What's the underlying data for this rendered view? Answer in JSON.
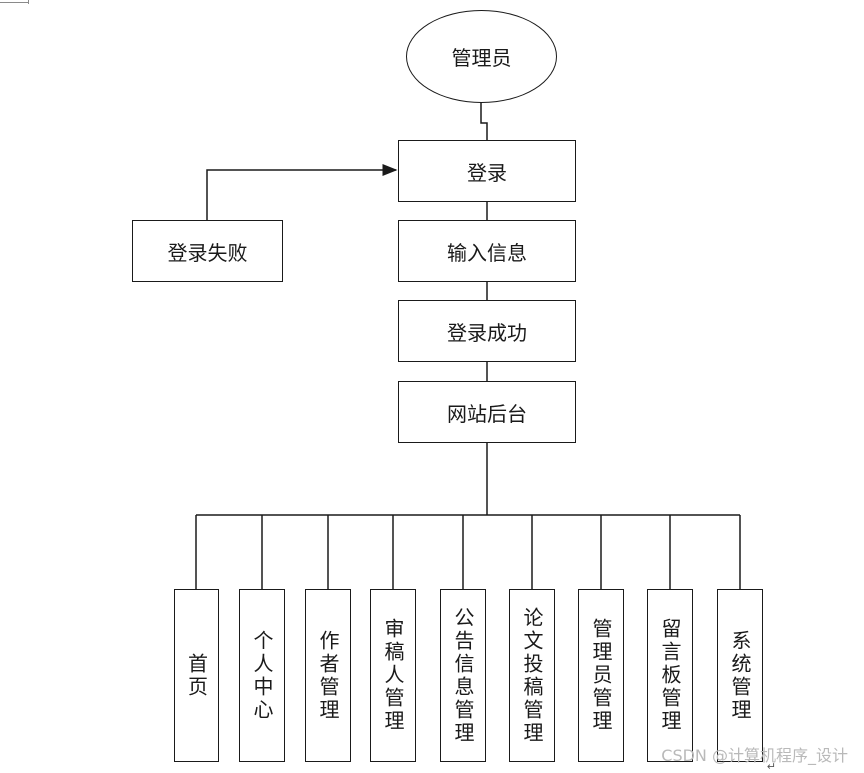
{
  "diagram": {
    "top_node": "管理员",
    "flow": {
      "login": "登录",
      "input_info": "输入信息",
      "login_success": "登录成功",
      "backend": "网站后台"
    },
    "failure_node": "登录失败",
    "modules": [
      "首页",
      "个人中心",
      "作者管理",
      "审稿人管理",
      "公告信息管理",
      "论文投稿管理",
      "管理员管理",
      "留言板管理",
      "系统管理"
    ]
  },
  "watermark": "CSDN @计算机程序_设计",
  "paragraph_mark": "↵"
}
